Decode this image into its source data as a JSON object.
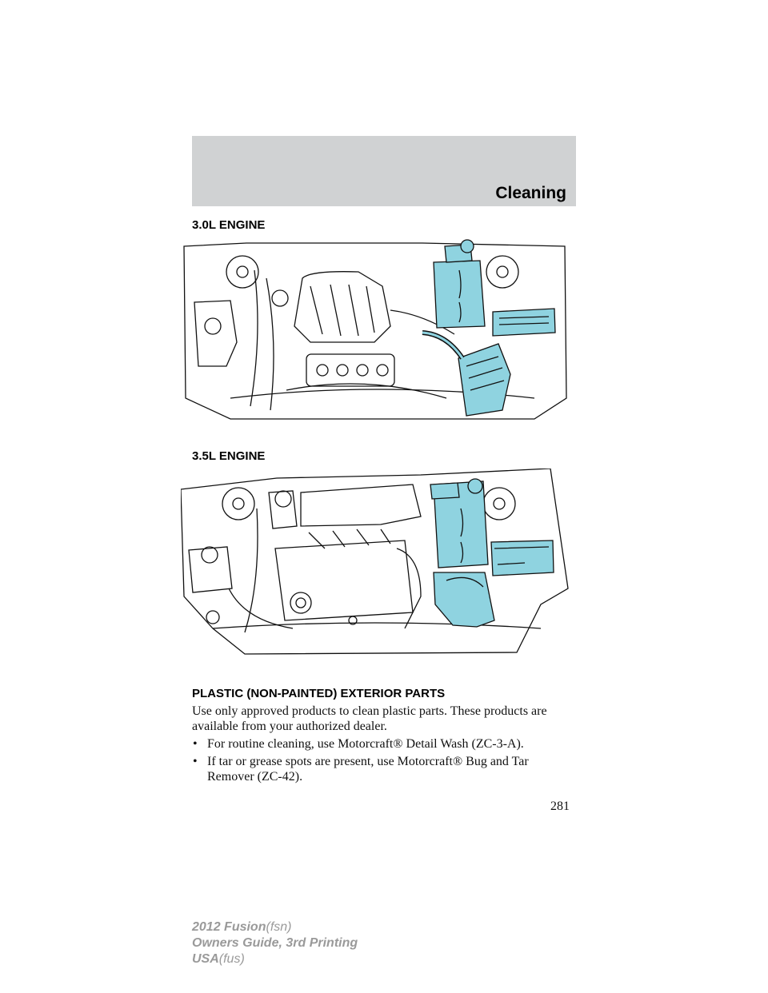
{
  "header": {
    "section_title": "Cleaning"
  },
  "figures": [
    {
      "heading": "3.0L ENGINE",
      "icon": "engine-3-0l-diagram-icon",
      "highlight_color": "#8fd3e0"
    },
    {
      "heading": "3.5L ENGINE",
      "icon": "engine-3-5l-diagram-icon",
      "highlight_color": "#8fd3e0"
    }
  ],
  "plastic_section": {
    "heading": "PLASTIC (NON-PAINTED) EXTERIOR PARTS",
    "intro": "Use only approved products to clean plastic parts. These products are available from your authorized dealer.",
    "bullets": [
      "For routine cleaning, use Motorcraft® Detail Wash (ZC-3-A).",
      "If tar or grease spots are present, use Motorcraft® Bug and Tar Remover (ZC-42)."
    ]
  },
  "page_number": "281",
  "footer": {
    "line1_bold": "2012 Fusion",
    "line1_thin": "(fsn)",
    "line2": "Owners Guide, 3rd Printing",
    "line3_bold": "USA",
    "line3_thin": "(fus)"
  }
}
